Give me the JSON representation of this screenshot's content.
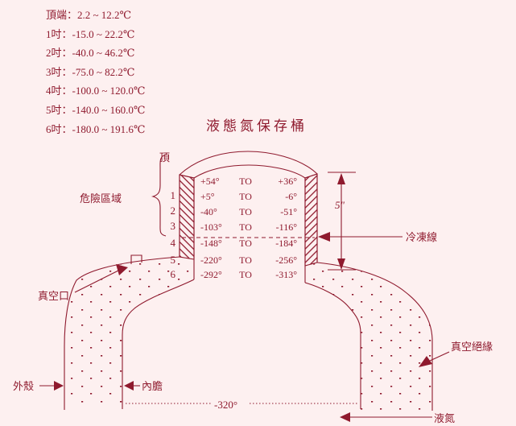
{
  "colors": {
    "ink": "#8f1a2e",
    "bg": "#fdf0f0"
  },
  "temp_list": [
    "頂端：2.2 ~ 12.2℃",
    "1吋：-15.0 ~ 22.2℃",
    "2吋：-40.0 ~ 46.2℃",
    "3吋：-75.0 ~ 82.2℃",
    "4吋：-100.0 ~ 120.0℃",
    "5吋：-140.0 ~ 160.0℃",
    "6吋：-180.0 ~ 191.6℃"
  ],
  "title": "液態氮保存桶",
  "diagram": {
    "top_label": "頂",
    "danger_zone_label": "危險區域",
    "row_numbers": [
      "1",
      "2",
      "3",
      "4",
      "5",
      "6"
    ],
    "rows": [
      {
        "left": "+54°",
        "to": "TO",
        "right": "+36°"
      },
      {
        "left": "+5°",
        "to": "TO",
        "right": "-6°"
      },
      {
        "left": "-40°",
        "to": "TO",
        "right": "-51°"
      },
      {
        "left": "-103°",
        "to": "TO",
        "right": "-116°"
      },
      {
        "left": "-148°",
        "to": "TO",
        "right": "-184°"
      },
      {
        "left": "-220°",
        "to": "TO",
        "right": "-256°"
      },
      {
        "left": "-292°",
        "to": "TO",
        "right": "-313°"
      }
    ],
    "neck_height_label": "5\"",
    "freeze_line_label": "冷凍線",
    "vacuum_port_label": "真空口",
    "outer_shell_label": "外殼",
    "inner_tank_label": "內膽",
    "bottom_temp_label": "-320°",
    "vacuum_insulation_label": "真空絕緣",
    "liquid_nitrogen_label": "液氮"
  }
}
